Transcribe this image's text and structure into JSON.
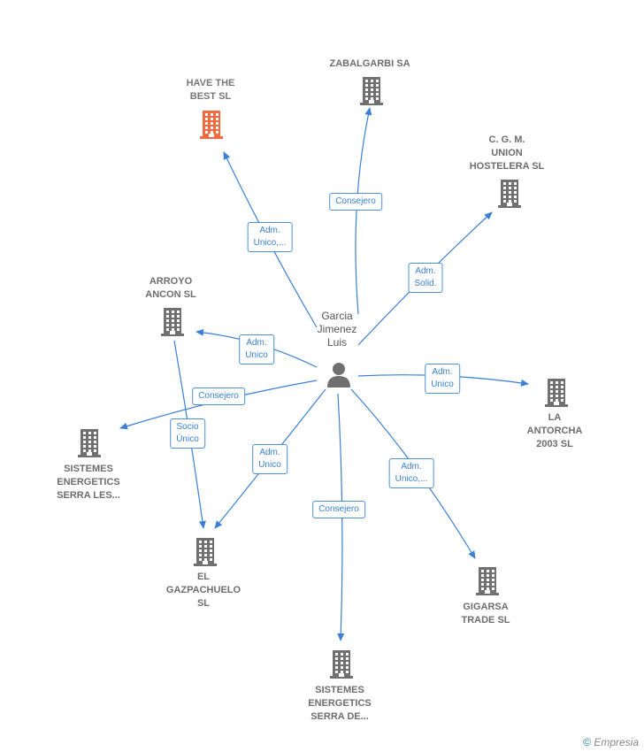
{
  "center": {
    "name": "Garcia\nJimenez\nLuis"
  },
  "colors": {
    "edge": "#3b7fd6",
    "company": "#707070",
    "highlight": "#f26a3d"
  },
  "nodes": [
    {
      "id": "have_the_best",
      "name": "HAVE THE\nBEST  SL",
      "highlight": true
    },
    {
      "id": "zabalgarbi",
      "name": "ZABALGARBI SA"
    },
    {
      "id": "cgm_union",
      "name": "C.  G. M.\nUNION\nHOSTELERA SL"
    },
    {
      "id": "arroyo_ancon",
      "name": "ARROYO\nANCON SL"
    },
    {
      "id": "la_antorcha",
      "name": "LA\nANTORCHA\n2003  SL"
    },
    {
      "id": "sistemes_les",
      "name": "SISTEMES\nENERGETICS\nSERRA LES..."
    },
    {
      "id": "el_gazpachuelo",
      "name": "EL\nGAZPACHUELO\nSL"
    },
    {
      "id": "gigarsa",
      "name": "GIGARSA\nTRADE  SL"
    },
    {
      "id": "sistemes_de",
      "name": "SISTEMES\nENERGETICS\nSERRA DE..."
    }
  ],
  "edges": [
    {
      "to": "have_the_best",
      "label": "Adm.\nUnico,..."
    },
    {
      "to": "zabalgarbi",
      "label": "Consejero"
    },
    {
      "to": "cgm_union",
      "label": "Adm.\nSolid."
    },
    {
      "to": "arroyo_ancon",
      "label": "Adm.\nUnico"
    },
    {
      "to": "la_antorcha",
      "label": "Adm.\nUnico"
    },
    {
      "to": "sistemes_les",
      "label": "Consejero"
    },
    {
      "to": "el_gazpachuelo",
      "label": "Adm.\nUnico"
    },
    {
      "to": "gigarsa",
      "label": "Adm.\nUnico,..."
    },
    {
      "to": "sistemes_de",
      "label": "Consejero"
    },
    {
      "from": "arroyo_ancon",
      "to": "el_gazpachuelo",
      "label": "Socio\nÚnico"
    }
  ],
  "footer": {
    "copyright": "©",
    "brand": "Empresia"
  }
}
